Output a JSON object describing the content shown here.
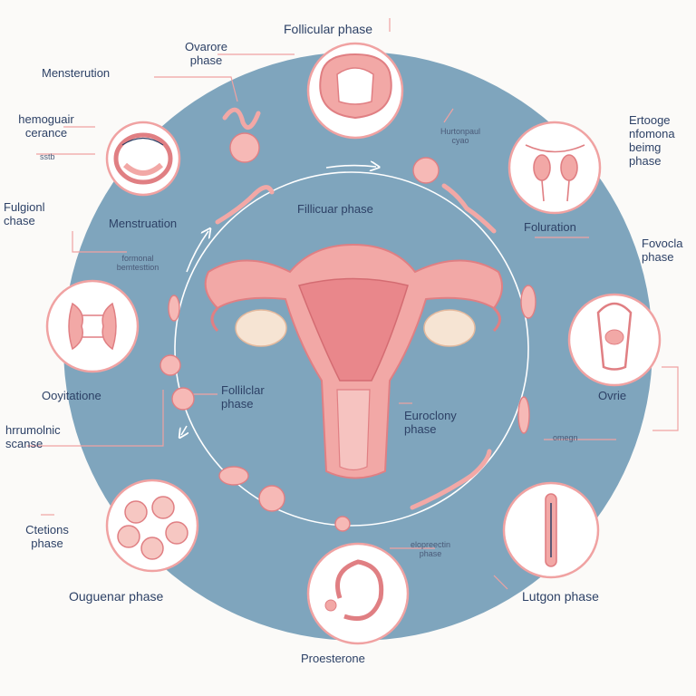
{
  "labels": {
    "top_title": "Follicular phase",
    "ovarore_phase": "Ovarore\nphase",
    "menstruation_top": "Mensterution",
    "hemoguair": "hemoguair\ncerance",
    "sstb": "sstb",
    "fulgionl": "Fulgionl\nchase",
    "menstruation_inner": "Menstruation",
    "formonal": "formonal\nbemtesttion",
    "fillicuar": "Fillicuar phase",
    "hurtonpaul": "Hurtonpaul\ncyao",
    "ertooge": "Ertooge\nnfomona\nbeimg\nphase",
    "foluration": "Foluration",
    "fovocla": "Fovocla\nphase",
    "oovytatione": "Ooyitatione",
    "follicular_center": "Follilclar\nphase",
    "euroclony": "Euroclony\nphase",
    "ovrie": "Ovrie",
    "omegn": "omegn",
    "hrrumolnic": "hrrumolnic\nscanse",
    "ctetions": "Ctetions\nphase",
    "oguenar": "Ouguenar phase",
    "eloprectin": "elopreectin\nphase",
    "lutgon": "Lutgon phase",
    "proesterone": "Proesterone"
  },
  "colors": {
    "cycle_disc": "#7fa5bd",
    "tissue": "#f2a8a6",
    "tissue_dark": "#e07f83",
    "ovary": "#f6e4d3",
    "leader": "#f0a2a2",
    "text": "#2d4166"
  }
}
